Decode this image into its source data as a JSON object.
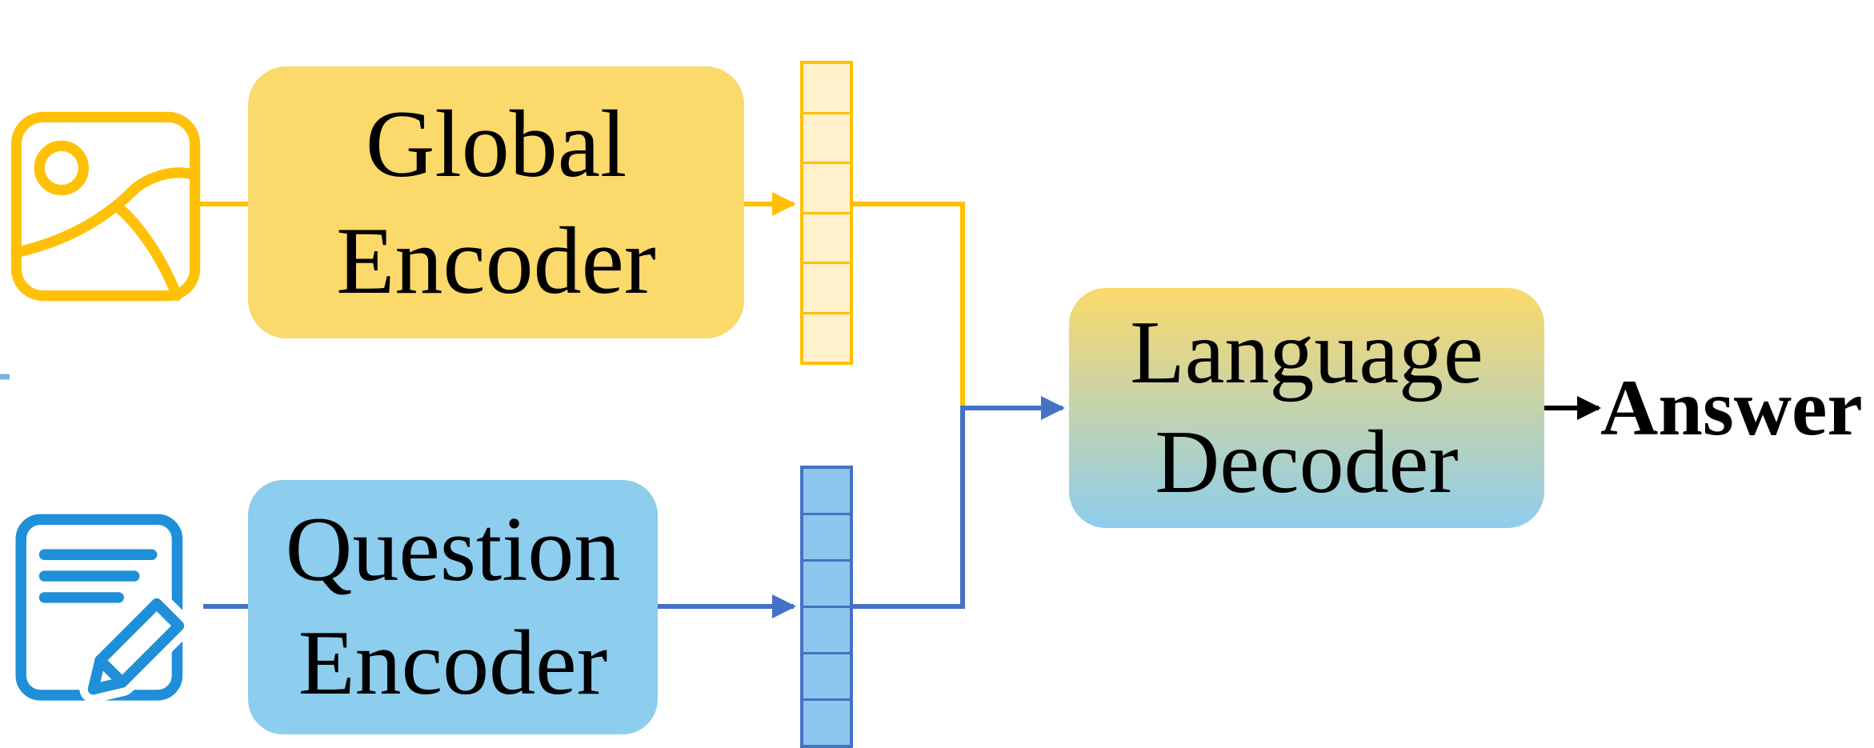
{
  "diagram": {
    "boxes": {
      "global_encoder": {
        "label": "Global\nEncoder",
        "fill": "#FBD96B"
      },
      "question_encoder": {
        "label": "Question\nEncoder",
        "fill": "#8DCDED"
      },
      "language_decoder": {
        "label": "Language\nDecoder",
        "fill_top": "#FBD96B",
        "fill_bottom": "#8DCDED"
      }
    },
    "output_label": "Answer",
    "inputs": [
      {
        "icon": "image-icon",
        "color": "#FFC107"
      },
      {
        "icon": "document-pencil-icon",
        "color": "#1E8FD8"
      }
    ],
    "tokens": {
      "global_column_cells": 6,
      "question_column_cells": 6,
      "yellow_fill": "#FFF2CC",
      "yellow_stroke": "#FFC000",
      "blue_fill": "#8CC6EE",
      "blue_stroke": "#4472C4"
    },
    "connectors": {
      "yellow": "#FFC000",
      "blue": "#4472C4",
      "black": "#000000"
    }
  }
}
